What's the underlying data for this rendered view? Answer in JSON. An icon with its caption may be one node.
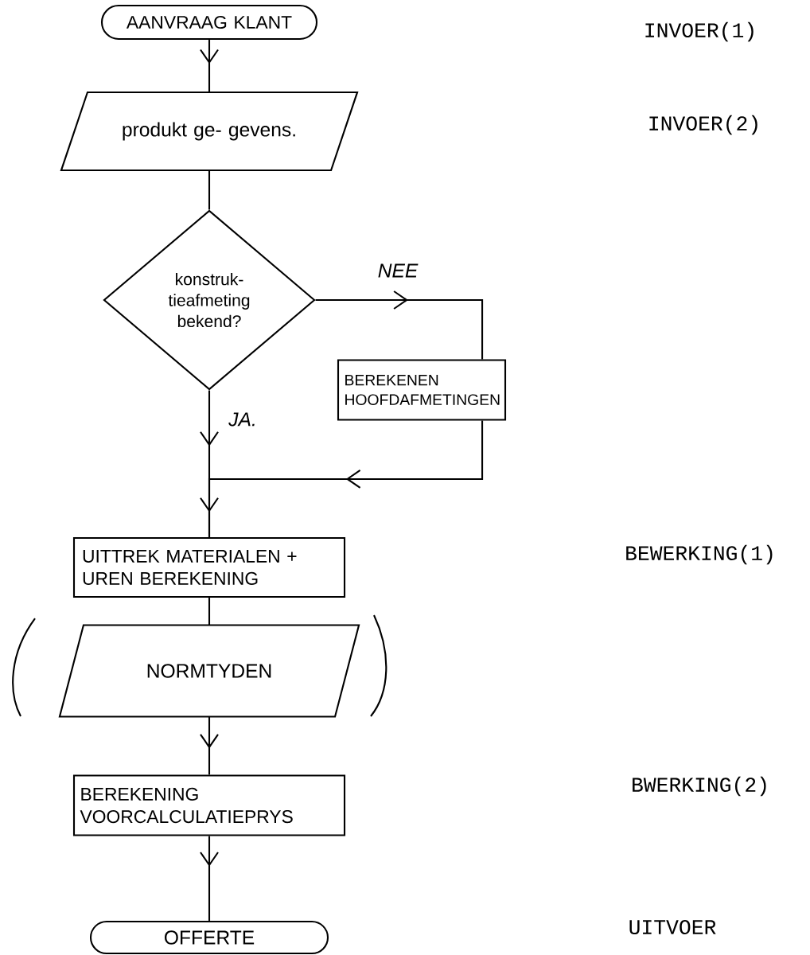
{
  "diagram": {
    "nodes": [
      {
        "text": [
          "AANVRAAG KLANT"
        ]
      },
      {
        "text": [
          "produkt ge- gevens."
        ]
      },
      {
        "text": [
          "konstruk- tieafmeting bekend?"
        ]
      },
      {
        "text": [
          "BEREKENEN HOOFDAFMETINGEN"
        ]
      },
      {
        "text": [
          "UITTREK MATERIALEN + UREN BEREKENING"
        ]
      },
      {
        "text": [
          "NORMTYDEN"
        ]
      },
      {
        "text": [
          "BEREKENING VOORCALCULATIEPRYS"
        ]
      },
      {
        "text": [
          "OFFERTE"
        ]
      }
    ],
    "edges": [
      {
        "from": 0,
        "to": 1,
        "arrow": "to"
      },
      {
        "from": 1,
        "to": 2,
        "arrow": "none"
      },
      {
        "from": 2,
        "to": 3,
        "arrow": "to",
        "label": "NEE"
      },
      {
        "from": 2,
        "to": 4,
        "arrow": "to",
        "label": "JA."
      },
      {
        "from": 3,
        "to": 4,
        "arrow": "to"
      },
      {
        "from": 4,
        "to": 5,
        "arrow": "none"
      },
      {
        "from": 5,
        "to": 6,
        "arrow": "to"
      },
      {
        "from": 6,
        "to": 7,
        "arrow": "to"
      }
    ],
    "labels": [
      "INVOER(1)",
      "INVOER(2)",
      "BEWERKING(1)",
      "BWERKING(2)",
      "UITVOER"
    ]
  }
}
